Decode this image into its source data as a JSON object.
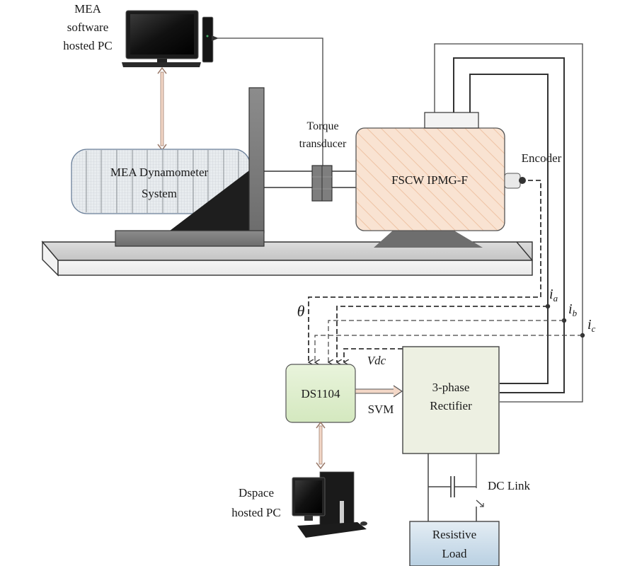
{
  "labels": {
    "mea_pc": [
      "MEA",
      "software",
      "hosted PC"
    ],
    "torque_transducer": [
      "Torque",
      "transducer"
    ],
    "dynamometer": [
      "MEA Dynamometer",
      "System"
    ],
    "generator": "FSCW IPMG-F",
    "encoder": "Encoder",
    "theta": "θ",
    "ia": "i",
    "ia_sub": "a",
    "ib": "i",
    "ib_sub": "b",
    "ic": "i",
    "ic_sub": "c",
    "vdc": "Vdc",
    "controller": "DS1104",
    "svm": "SVM",
    "rectifier": [
      "3-phase",
      "Rectifier"
    ],
    "dc_link": "DC Link",
    "dspace_pc": [
      "Dspace",
      "hosted PC"
    ],
    "load": [
      "Resistive",
      "Load"
    ]
  },
  "colors": {
    "dynamometer_fill": "#e4e9ee",
    "dynamometer_border": "#6a7f99",
    "generator_fill": "#f9e3d2",
    "generator_hatch": "#eec3a4",
    "controller_fill": "#e0efd0",
    "rectifier_fill": "#edf0e2",
    "load_fill": "#c9dcea",
    "arrow_fill": "#f3d7c7",
    "bench_gray": "#7c7c7c"
  }
}
